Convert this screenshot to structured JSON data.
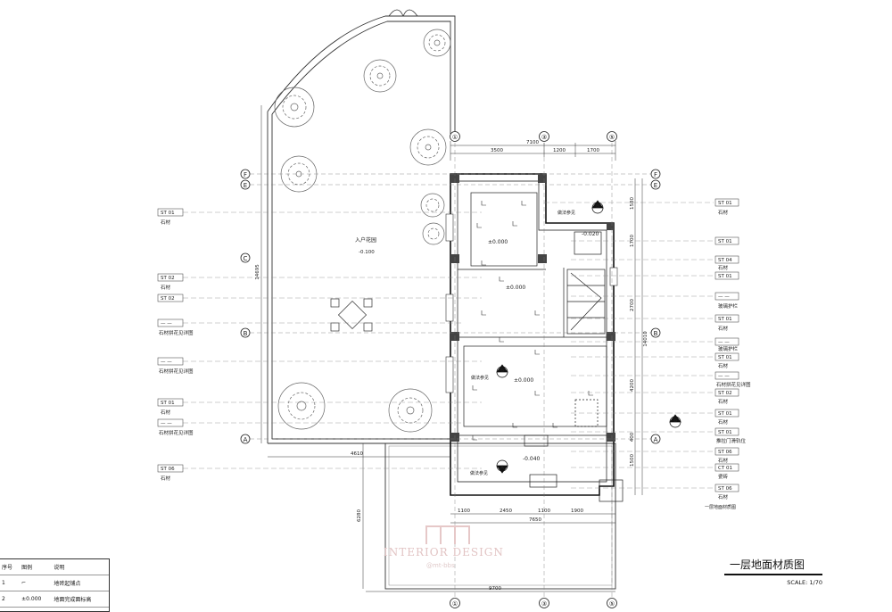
{
  "drawing": {
    "title": "一层地面材质图",
    "scale": "SCALE:  1/70",
    "small_caption": "一层地面材质图",
    "watermark": "INTERIOR DESIGN",
    "watermark_sub": "@mt-bbs"
  },
  "legend": {
    "headers": [
      "序号",
      "图例",
      "说明"
    ],
    "rows": [
      {
        "no": "1",
        "symbol": "⌐",
        "desc": "地砖起铺点"
      },
      {
        "no": "2",
        "symbol": "±0.000",
        "desc": "地面完成面标高"
      }
    ]
  },
  "grid_top": [
    "①",
    "③",
    "⑤"
  ],
  "grid_bottom": [
    "①",
    "③",
    "⑤"
  ],
  "grid_left": [
    "F",
    "E",
    "C",
    "B",
    "A"
  ],
  "grid_right": [
    "F",
    "E",
    "B",
    "A"
  ],
  "dims_top": {
    "total": "7100",
    "parts": [
      "3500",
      "1200",
      "1700"
    ]
  },
  "dims_bottom": {
    "overall": "9700",
    "mid": "7650",
    "parts": [
      "1100",
      "2450",
      "1100",
      "1900"
    ],
    "left": "4610"
  },
  "dims_left": {
    "main": "14695",
    "lower": "6280"
  },
  "dims_right": {
    "total": "14010",
    "parts": [
      "1580",
      "1700",
      "2700",
      "4200",
      "400",
      "1500"
    ]
  },
  "labels": {
    "garden": "入户花园",
    "garden_level": "-0.100",
    "level_main": "±0.000",
    "level_neg20": "-0.020",
    "level_neg40": "-0.040",
    "see_detail": "做法参见",
    "section_b": "B",
    "section_a": "A"
  },
  "tags_left": [
    {
      "code": "ST  01",
      "desc": "石材"
    },
    {
      "code": "ST  02",
      "desc": "石材"
    },
    {
      "code": "ST  02",
      "desc": ""
    },
    {
      "code": "—  —",
      "desc": "石材拼花见详图"
    },
    {
      "code": "—  —",
      "desc": "石材拼花见详图"
    },
    {
      "code": "ST  01",
      "desc": "石材"
    },
    {
      "code": "—  —",
      "desc": "石材拼花见详图"
    },
    {
      "code": "ST  06",
      "desc": "石材"
    }
  ],
  "tags_right": [
    {
      "code": "ST  01",
      "desc": "石材"
    },
    {
      "code": "ST  01",
      "desc": ""
    },
    {
      "code": "ST  04",
      "desc": "石材"
    },
    {
      "code": "ST  01",
      "desc": ""
    },
    {
      "code": "—  —",
      "desc": "玻璃护栏"
    },
    {
      "code": "ST  01",
      "desc": "石材"
    },
    {
      "code": "—  —",
      "desc": "玻璃护栏"
    },
    {
      "code": "ST  01",
      "desc": "石材"
    },
    {
      "code": "—  —",
      "desc": "石材拼花见详图"
    },
    {
      "code": "ST  02",
      "desc": "石材"
    },
    {
      "code": "ST  01",
      "desc": "石材"
    },
    {
      "code": "ST  01",
      "desc": "推拉门滑轨位"
    },
    {
      "code": "ST  06",
      "desc": "石材"
    },
    {
      "code": "CT  01",
      "desc": "瓷砖"
    },
    {
      "code": "ST  06",
      "desc": "石材"
    }
  ]
}
